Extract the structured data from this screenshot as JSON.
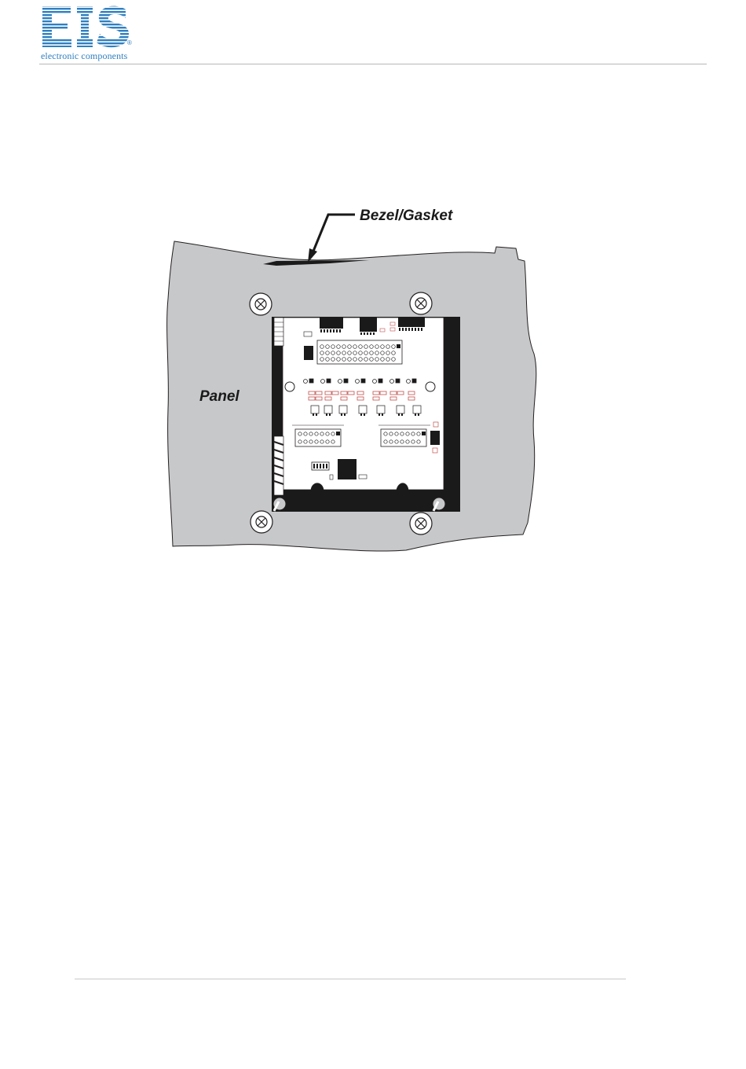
{
  "logo": {
    "letters": "EIS",
    "subtitle": "electronic components",
    "registered": "®",
    "color": "#2f7fc0"
  },
  "figure": {
    "labels": {
      "bezel": "Bezel/Gasket",
      "panel": "Panel"
    },
    "colors": {
      "panel": "#c7c8ca",
      "bezel": "#1a1a1a",
      "board": "#ffffff",
      "outline": "#231f20",
      "resistor": "#c0504d"
    }
  }
}
